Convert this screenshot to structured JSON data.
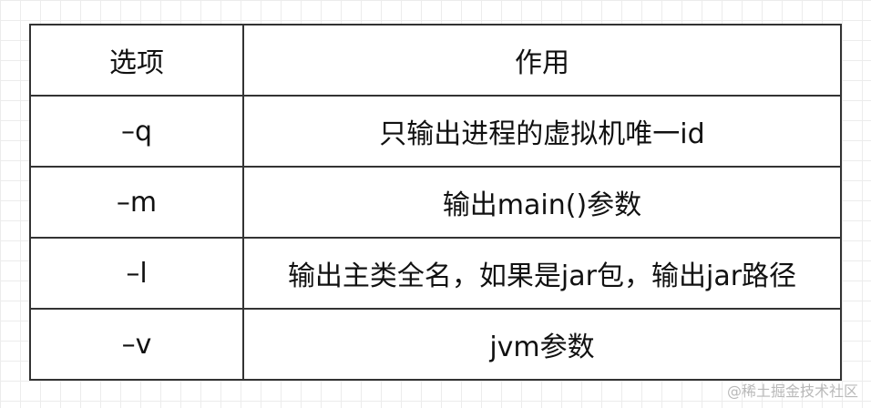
{
  "table": {
    "headers": {
      "option": "选项",
      "description": "作用"
    },
    "rows": [
      {
        "option": "–q",
        "description": "只输出进程的虚拟机唯一id"
      },
      {
        "option": "–m",
        "description": "输出main()参数"
      },
      {
        "option": "–l",
        "description": "输出主类全名，如果是jar包，输出jar路径"
      },
      {
        "option": "–v",
        "description": "jvm参数"
      }
    ]
  },
  "watermark": "@稀土掘金技术社区"
}
